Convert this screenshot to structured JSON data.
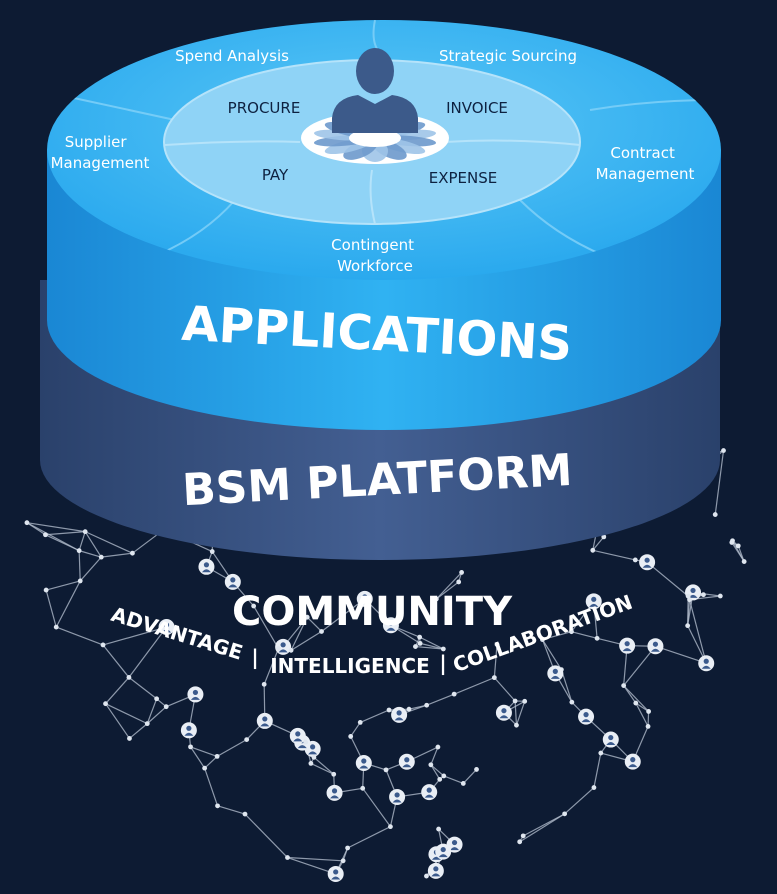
{
  "diagram": {
    "outer_ring": [
      {
        "id": "spend",
        "lines": [
          "Spend Analysis"
        ]
      },
      {
        "id": "sourcing",
        "lines": [
          "Strategic Sourcing"
        ]
      },
      {
        "id": "supplier",
        "lines": [
          "Supplier",
          "Management"
        ]
      },
      {
        "id": "contract",
        "lines": [
          "Contract",
          "Management"
        ]
      },
      {
        "id": "contingent",
        "lines": [
          "Contingent",
          "Workforce"
        ]
      }
    ],
    "inner_ring": {
      "procure": "PROCURE",
      "invoice": "INVOICE",
      "pay": "PAY",
      "expense": "EXPENSE"
    },
    "layers": {
      "applications": "APPLICATIONS",
      "platform": "BSM PLATFORM",
      "community": "COMMUNITY"
    },
    "pillars": {
      "advantage": "ADVANTAGE",
      "intelligence": "INTELLIGENCE",
      "collaboration": "COLLABORATION",
      "separator": "|"
    },
    "colors": {
      "background": "#0d1b33",
      "applications_top": "#2fb3f2",
      "applications_side": "#1e9be6",
      "platform": "#3b5a8c",
      "inner_disk": "#8fd3f6",
      "network": "#b9c4d3"
    },
    "icons": [
      "person-silhouette-icon",
      "flower-emblem-icon",
      "user-node-icon"
    ]
  }
}
